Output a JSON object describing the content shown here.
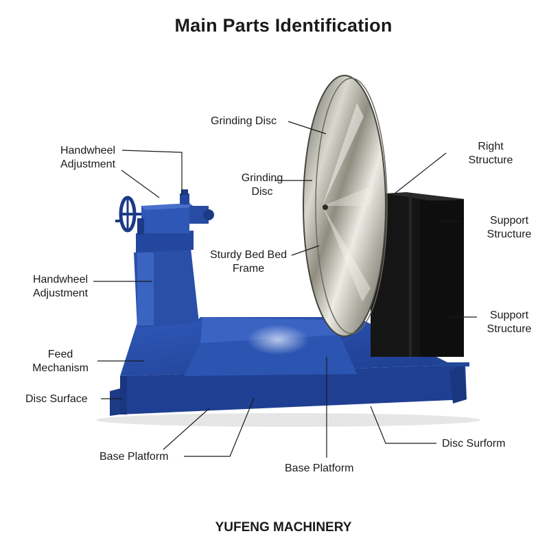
{
  "title": "Main Parts Identification",
  "footer": "YUFENG MACHINERY",
  "labels": {
    "grinding_disc_top": "Grinding Disc",
    "grinding_disc_mid": "Grinding\nDisc",
    "handwheel_top": "Handwheel\nAdjustment",
    "handwheel_left": "Handwheel\nAdjustment",
    "right_structure": "Right\nStructure",
    "support_upper": "Support\nStructure",
    "support_lower": "Support\nStructure",
    "sturdy_bed": "Sturdy Bed Bed\nFrame",
    "feed_mechanism": "Feed\nMechanism",
    "disc_surface": "Disc Surface",
    "base_platform_left": "Base Platform",
    "base_platform_center": "Base Platform",
    "disc_surform": "Disc Surform"
  },
  "colors": {
    "machine_blue": "#2a4fa8",
    "machine_blue_dark": "#1c3a86",
    "housing_black": "#161616",
    "disc_silver": "#c9c9c2"
  }
}
